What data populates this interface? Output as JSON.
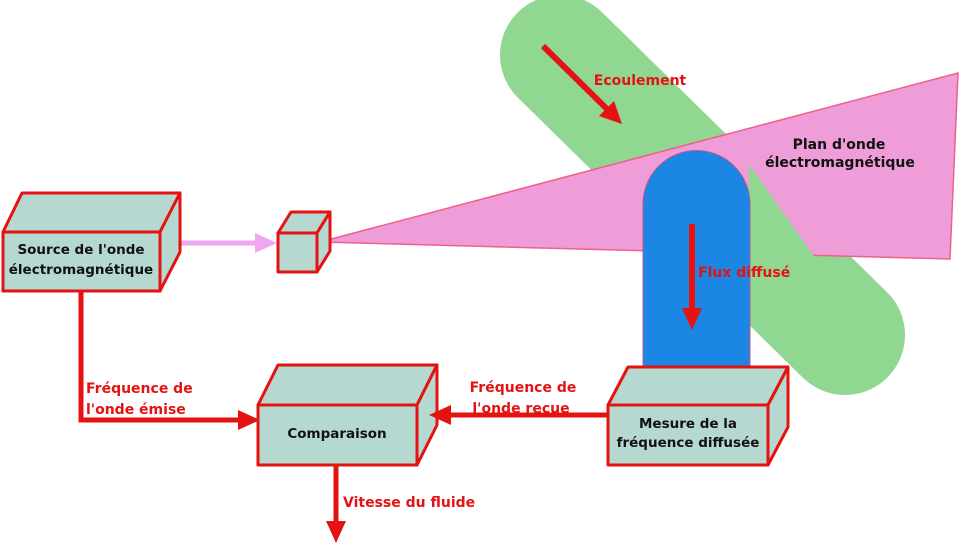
{
  "boxes": {
    "source": {
      "line1": "Source de l'onde",
      "line2": "électromagnétique"
    },
    "comparaison": {
      "label": "Comparaison"
    },
    "mesure": {
      "line1": "Mesure de la",
      "line2": "fréquence diffusée"
    }
  },
  "labels": {
    "ecoulement": "Ecoulement",
    "plan_onde_line1": "Plan d'onde",
    "plan_onde_line2": "électromagnétique",
    "flux_diffuse": "Flux diffusé",
    "freq_emise_line1": "Fréquence de",
    "freq_emise_line2": "l'onde émise",
    "freq_recue_line1": "Fréquence de",
    "freq_recue_line2": "l'onde reçue",
    "vitesse_fluide": "Vitesse du fluide"
  },
  "colors": {
    "arrow_red": "#e51212",
    "box_fill": "#b5d8d1",
    "box_border": "#e51212",
    "band_green": "#90d792",
    "plane_pink": "#ef9dd9",
    "plane_border": "#f0608a",
    "beam_pink": "#f0a6f0",
    "flux_blue": "#1b86e3",
    "text_black": "#111111"
  }
}
